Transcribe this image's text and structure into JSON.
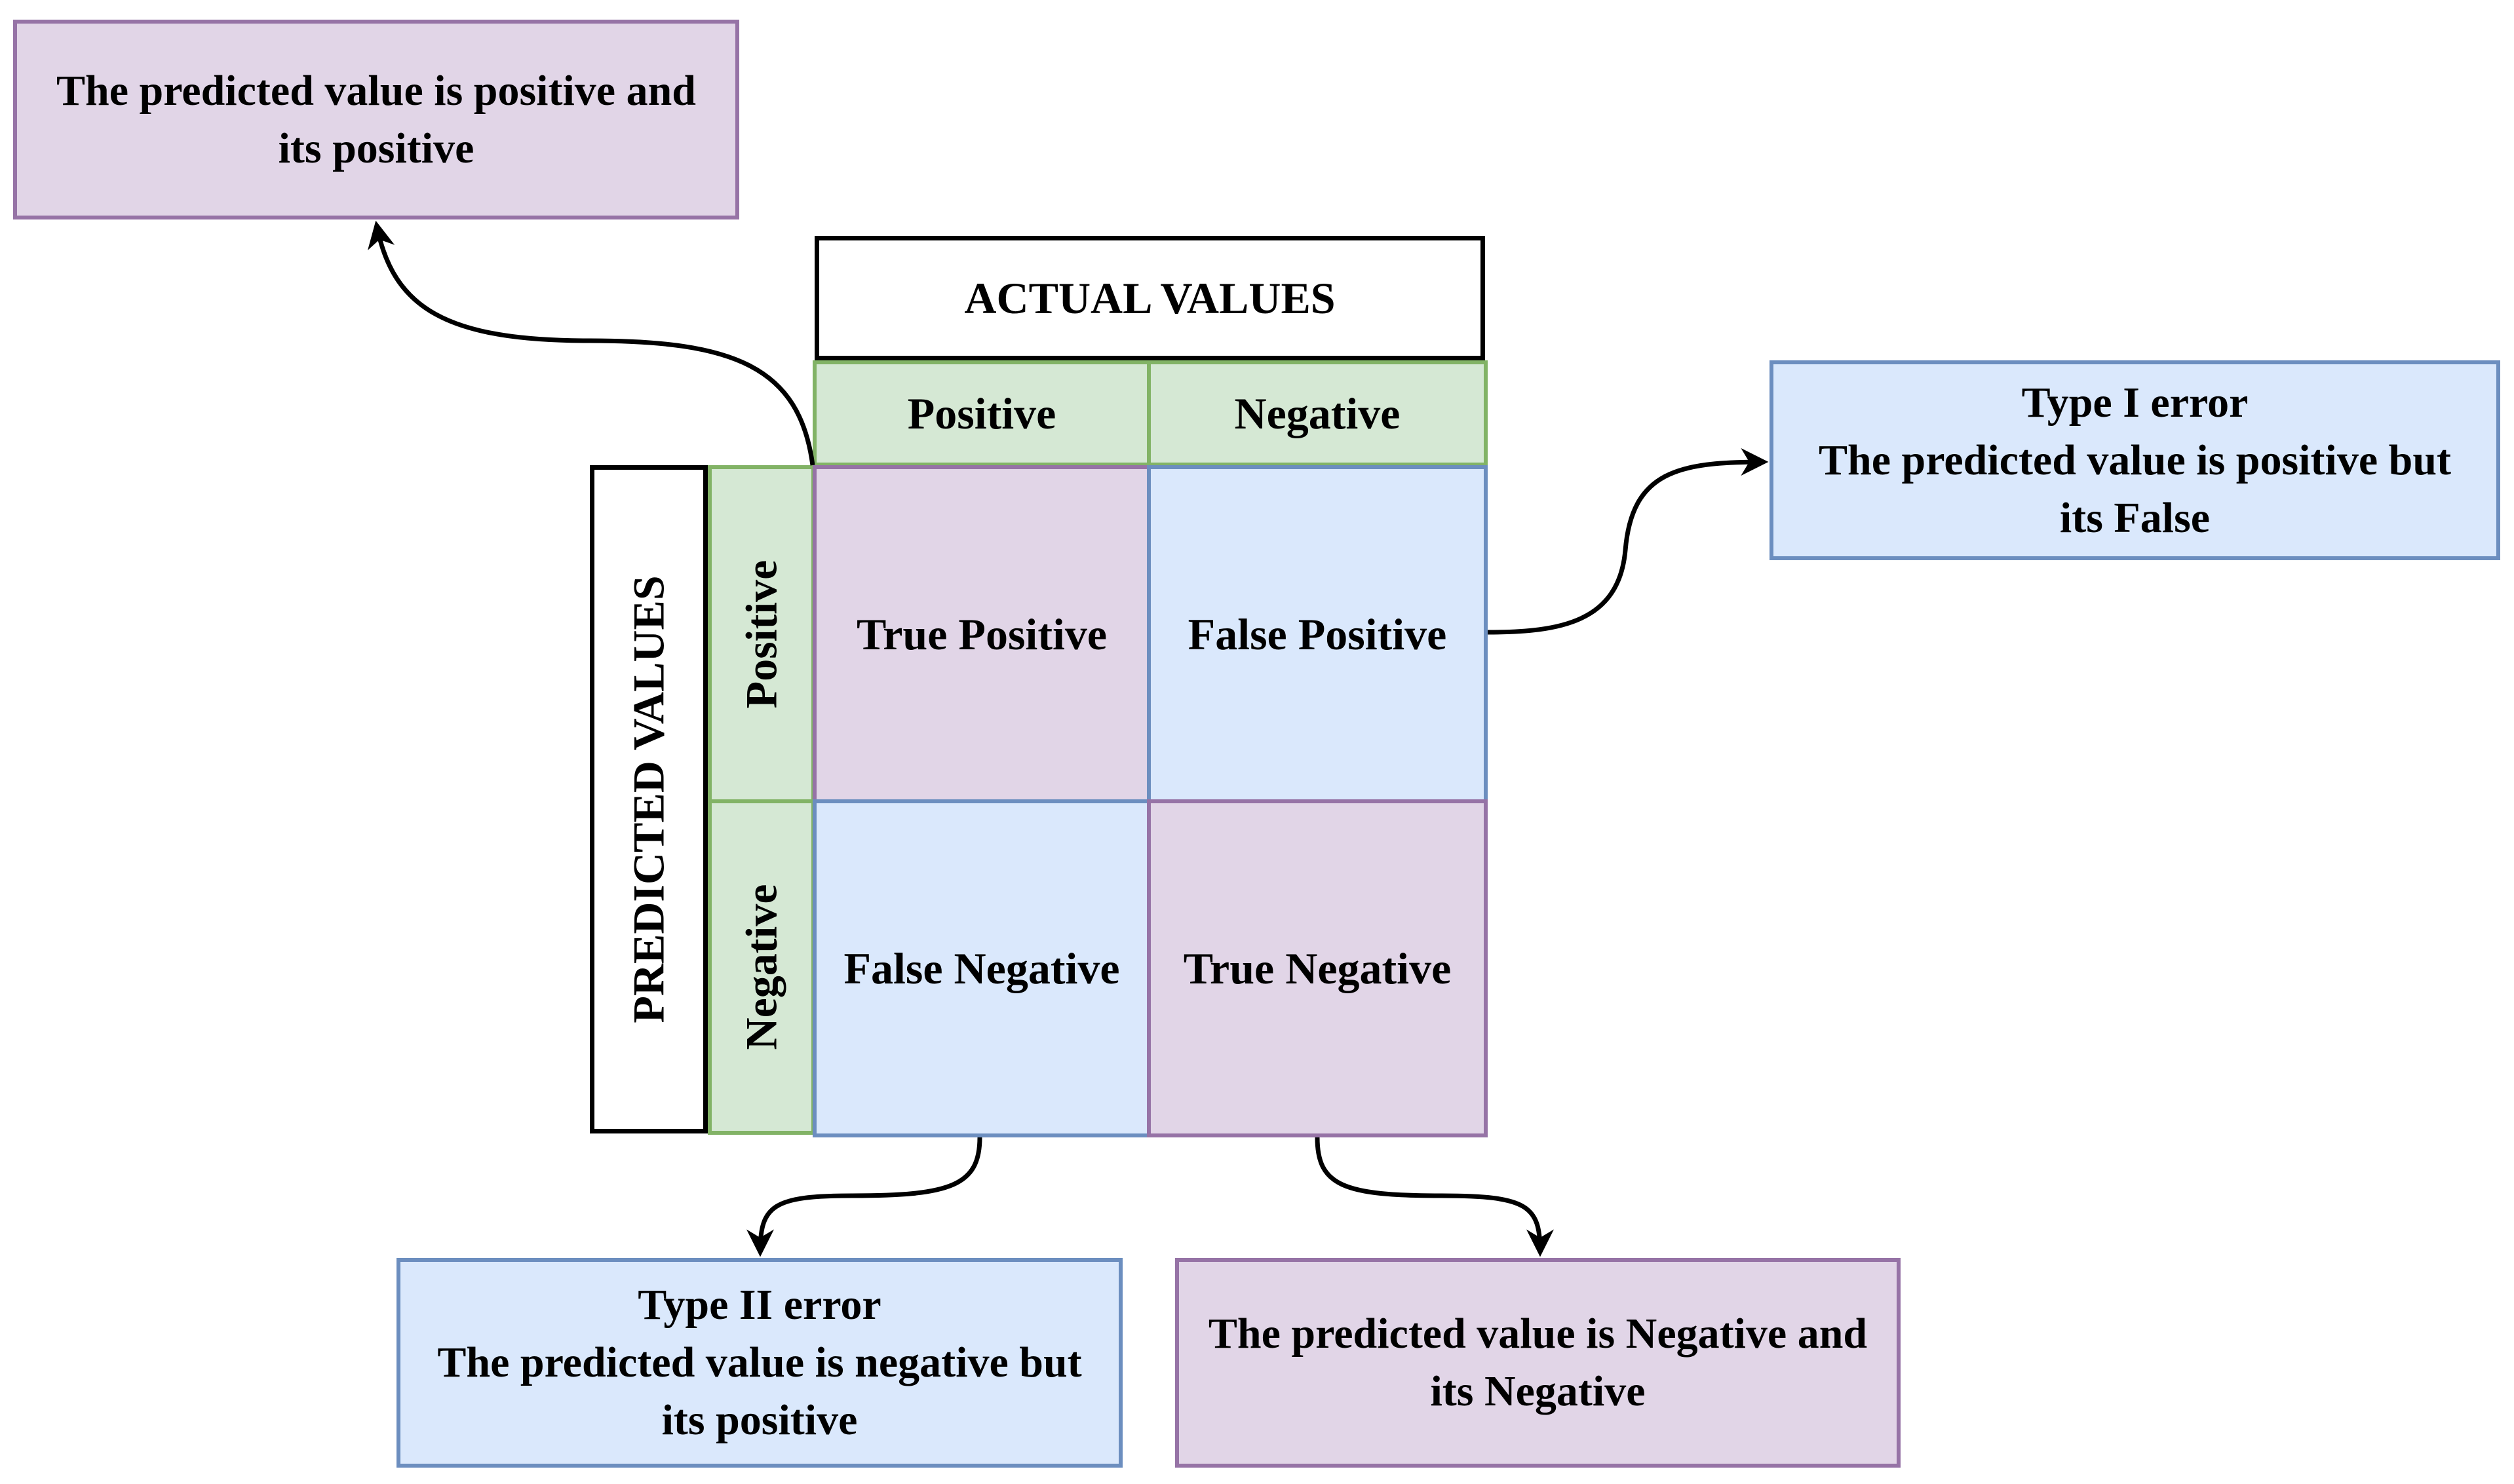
{
  "actual_header": "ACTUAL VALUES",
  "predicted_header": "PREDICTED VALUES",
  "actual_columns": [
    "Positive",
    "Negative"
  ],
  "predicted_rows": [
    "Positive",
    "Negative"
  ],
  "cells": {
    "tp": "True Positive",
    "fp": "False Positive",
    "fn": "False Negative",
    "tn": "True Negative"
  },
  "notes": {
    "tp": {
      "line1": "The predicted value is positive and",
      "line2": "its positive"
    },
    "fp": {
      "title": "Type I error",
      "line1": "The predicted value is positive but",
      "line2": "its False"
    },
    "fn": {
      "title": "Type II error",
      "line1": "The predicted value is negative but",
      "line2": "its positive"
    },
    "tn": {
      "line1": "The predicted value is Negative and",
      "line2": "its Negative"
    }
  },
  "colors": {
    "purple_fill": "#e1d5e7",
    "purple_stroke": "#9673a6",
    "blue_fill": "#dae8fc",
    "blue_stroke": "#6c8ebf",
    "green_fill": "#d5e8d4",
    "green_stroke": "#82b366"
  }
}
